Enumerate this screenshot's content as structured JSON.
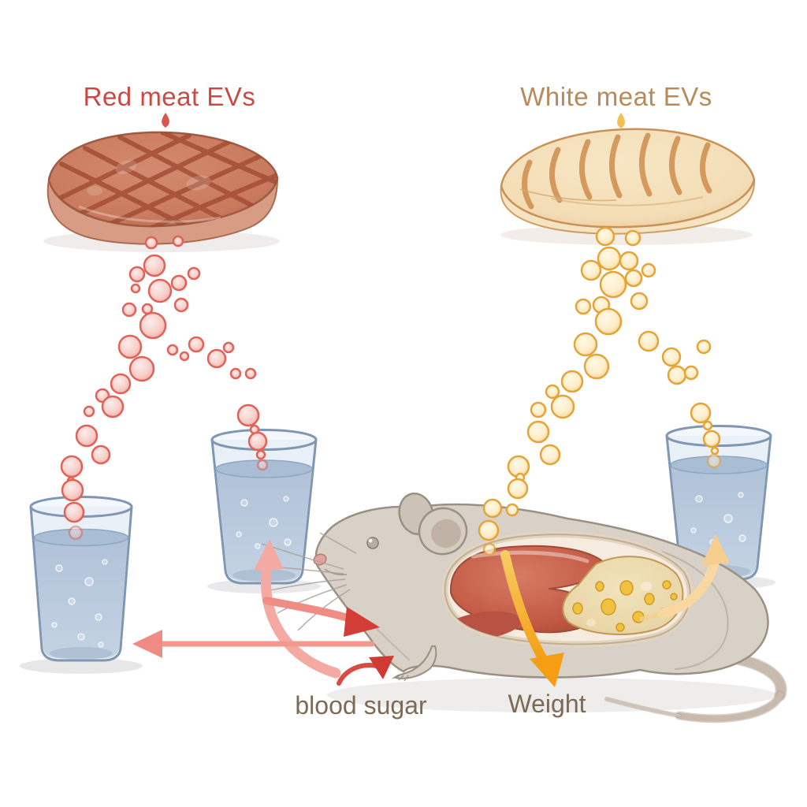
{
  "figure": {
    "left_panel": {
      "title": "Red meat EVs",
      "food": "steak-illustration",
      "ev_stream": "red-extracellular-vesicles"
    },
    "right_panel": {
      "title": "White meat EVs",
      "food": "chicken-breast-illustration",
      "ev_stream": "yellow-extracellular-vesicles"
    },
    "labels": {
      "blood_sugar": "blood sugar",
      "weight": "Weight"
    },
    "icons": [
      "red-ev-droplet-icon",
      "yellow-ev-droplet-icon",
      "tall-water-glass",
      "left-small-water-glass",
      "right-water-glass",
      "mouse-illustration",
      "liver",
      "fat-tissue",
      "arrow-up-to-left-glass",
      "arrow-into-mouse",
      "arrow-long-left",
      "arrow-swoosh-up",
      "weight-down-arrow",
      "arrow-up-to-right-glass"
    ]
  },
  "colors": {
    "red_text": "#c94a45",
    "tan_text": "#b78a58",
    "brown_text": "#7c6a54",
    "red_ev_stroke": "#e06258",
    "red_ev_fill": "#f7cfc9",
    "yellow_ev_stroke": "#e5a437",
    "yellow_ev_fill": "#fdeec9",
    "water": "#b9cade",
    "glass_stroke": "#7f97b2",
    "steak": "#c97a5e",
    "grill_marks": "#a14a33",
    "chicken": "#f3ddb6",
    "chicken_marks": "#cc8845",
    "mouse_body": "#d8d1c7",
    "mouse_outline": "#9c9083",
    "liver": "#c25a44",
    "fat": "#e9d6a7",
    "fat_droplet": "#f1c23e",
    "arrow_pink": "#f4aaa2",
    "arrow_red": "#d23e36",
    "arrow_orange": "#f59d13",
    "arrow_cream": "#f6cf8e"
  }
}
